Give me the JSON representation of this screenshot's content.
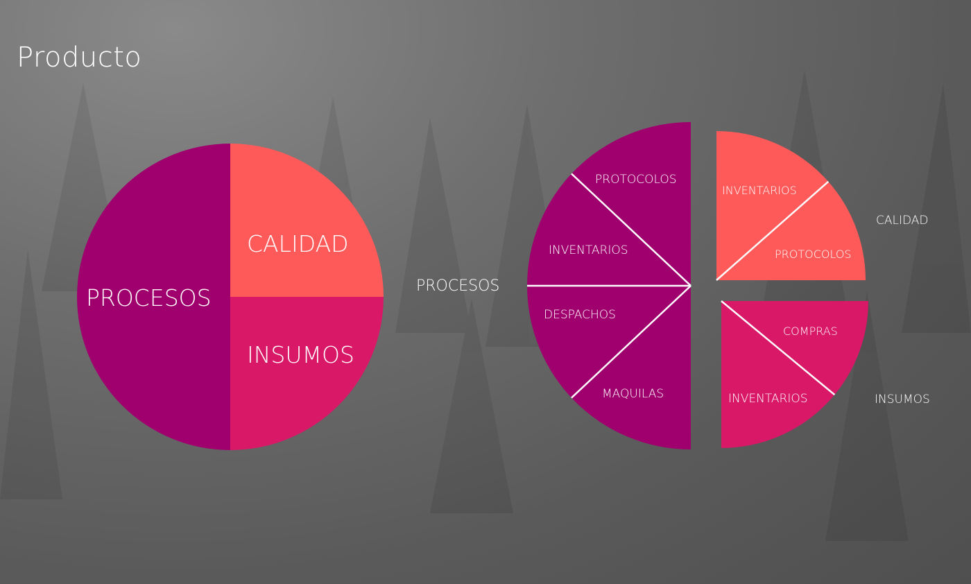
{
  "slide": {
    "title": "Producto"
  },
  "colors": {
    "procesos": "#a0006e",
    "calidad": "#ff5a5a",
    "insumos": "#d91868",
    "divider": "#ffffff"
  },
  "chart_data": [
    {
      "type": "pie",
      "title": "",
      "categories": [
        "CALIDAD",
        "INSUMOS",
        "PROCESOS"
      ],
      "values": [
        25,
        25,
        50
      ]
    },
    {
      "type": "pie",
      "exploded": true,
      "groups": [
        {
          "name": "CALIDAD",
          "subslices": [
            {
              "label": "INVENTARIOS",
              "value": 13.5
            },
            {
              "label": "PROTOCOLOS",
              "value": 11.5
            }
          ]
        },
        {
          "name": "INSUMOS",
          "subslices": [
            {
              "label": "COMPRAS",
              "value": 11
            },
            {
              "label": "INVENTARIOS",
              "value": 14
            }
          ]
        },
        {
          "name": "PROCESOS",
          "subslices": [
            {
              "label": "MAQUILAS",
              "value": 13
            },
            {
              "label": "DESPACHOS",
              "value": 12
            },
            {
              "label": "INVENTARIOS",
              "value": 12
            },
            {
              "label": "PROTOCOLOS",
              "value": 13
            }
          ]
        }
      ]
    }
  ]
}
